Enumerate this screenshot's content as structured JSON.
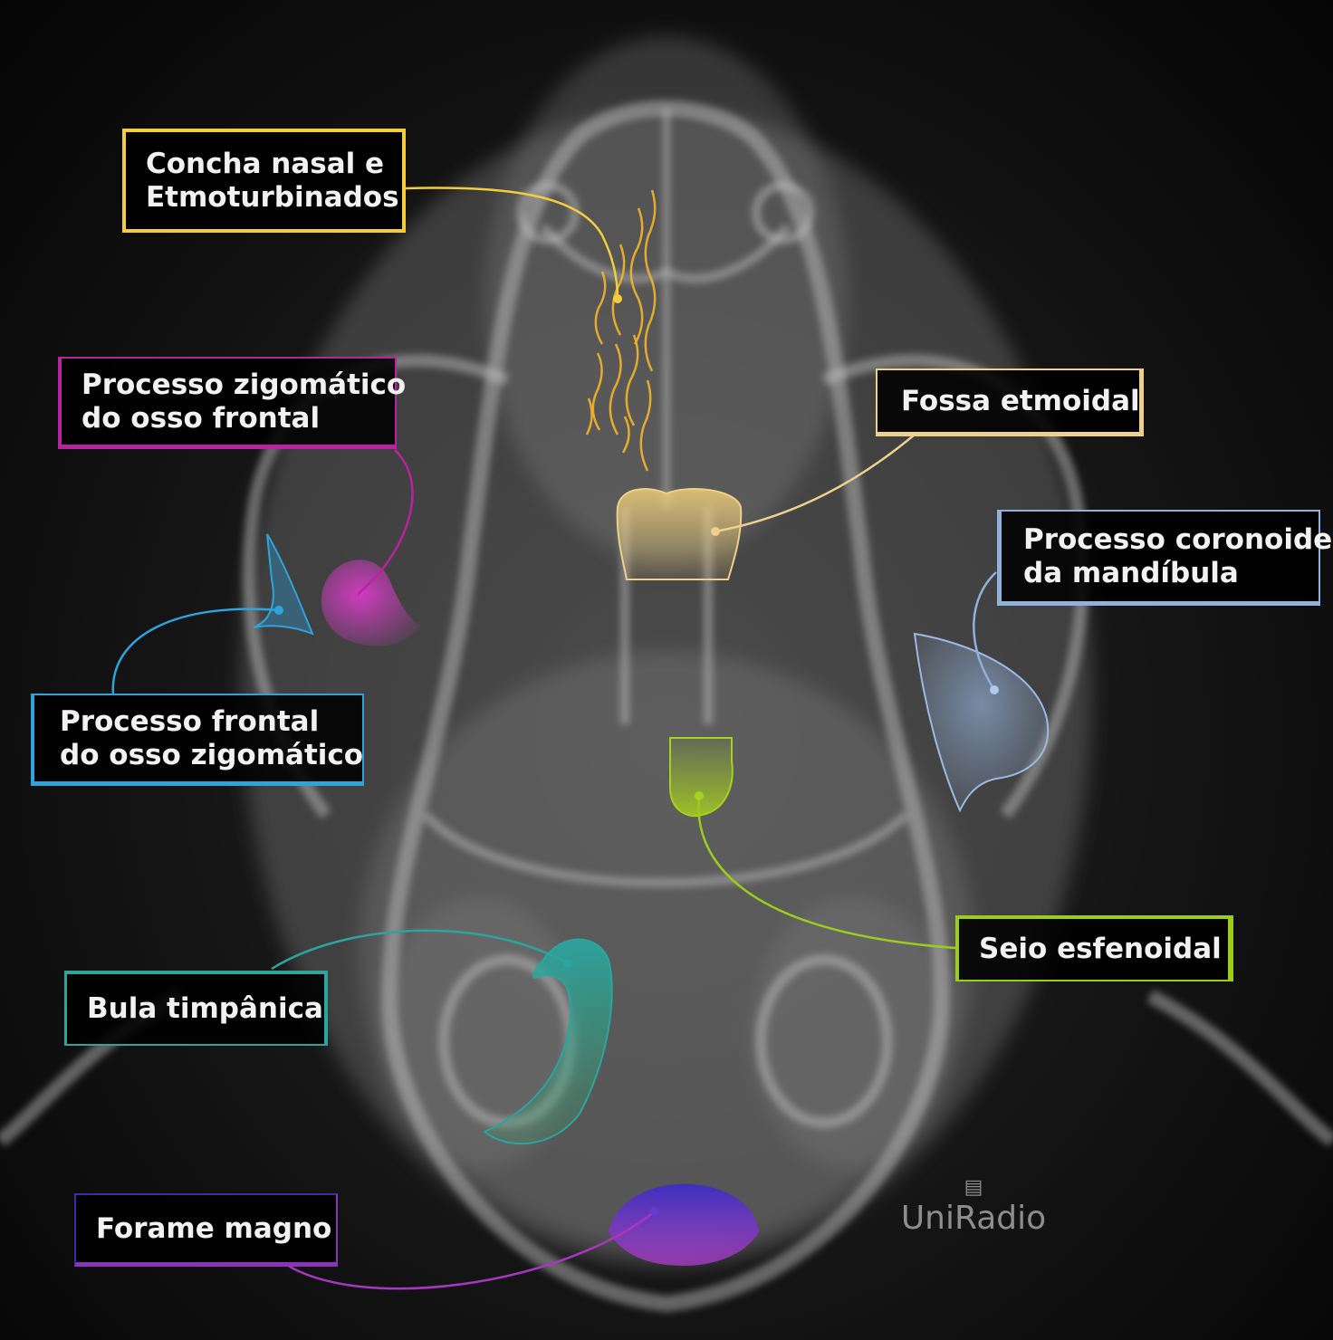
{
  "labels": {
    "concha": {
      "line1": "Concha nasal e",
      "line2": "Etmoturbinados",
      "color": "#f4cd3c"
    },
    "zigomatico_frontal": {
      "line1": "Processo zigomático",
      "line2": "do osso frontal",
      "color": "#b8239f"
    },
    "fossa": {
      "line1": "Fossa etmoidal",
      "color": "#ecd08b"
    },
    "coronoide": {
      "line1": "Processo coronoide",
      "line2": "da mandíbula",
      "color": "#8fb1dc"
    },
    "frontal_zigomatico": {
      "line1": "Processo frontal",
      "line2": "do osso zigomático",
      "color": "#2ea4dc"
    },
    "seio": {
      "line1": "Seio esfenoidal",
      "color": "#9ccc1c"
    },
    "bula": {
      "line1": "Bula timpânica",
      "color": "#2ea49c"
    },
    "forame": {
      "line1": "Forame magno",
      "color": "#3e2ca4"
    }
  },
  "logo": {
    "icon": "monitor-logo-icon",
    "text": "UniRadio"
  }
}
